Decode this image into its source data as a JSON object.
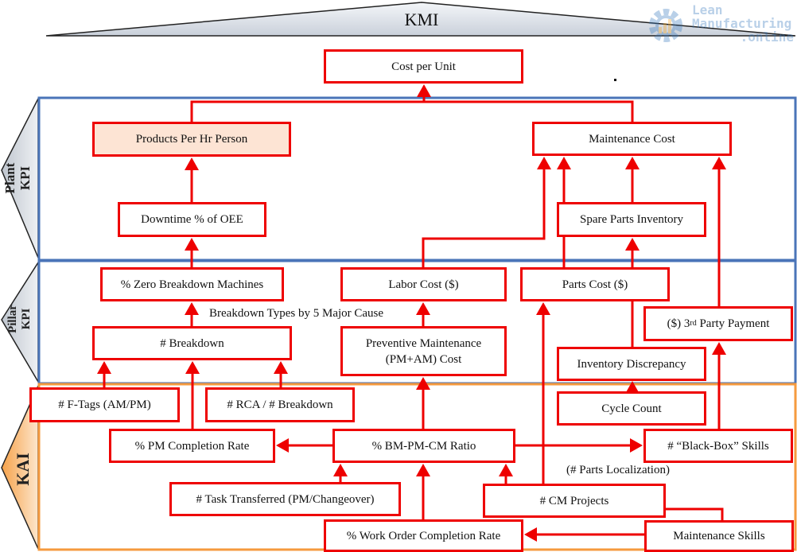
{
  "header": {
    "title": "KMI"
  },
  "logo": {
    "line1": "Lean",
    "line2": "Manufacturing",
    "line3": ".online"
  },
  "sections": {
    "plant_kpi": {
      "line1": "Plant",
      "line2": "KPI"
    },
    "pillar_kpi": {
      "line1": "Pillar",
      "line2": "KPI"
    },
    "kai": {
      "label": "KAI"
    }
  },
  "boxes": {
    "cost_per_unit": "Cost per Unit",
    "products_per_hr": "Products Per Hr Person",
    "maintenance_cost": "Maintenance Cost",
    "downtime_oee": "Downtime % of OEE",
    "spare_parts_inventory": "Spare Parts Inventory",
    "zero_breakdown": "% Zero Breakdown Machines",
    "labor_cost": "Labor Cost ($)",
    "parts_cost": "Parts Cost ($)",
    "third_party_prefix": "($) 3",
    "third_party_sup": "rd",
    "third_party_suffix": " Party Payment",
    "breakdown": "# Breakdown",
    "pm_cost_line1": "Preventive Maintenance",
    "pm_cost_line2": "(PM+AM) Cost",
    "inventory_discrepancy": "Inventory Discrepancy",
    "ftags": "# F-Tags (AM/PM)",
    "rca": "# RCA / # Breakdown",
    "cycle_count": "Cycle Count",
    "pm_completion": "% PM Completion Rate",
    "bm_pm_cm": "% BM-PM-CM Ratio",
    "black_box": "# “Black-Box” Skills",
    "task_transferred": "# Task Transferred (PM/Changeover)",
    "cm_projects": "# CM Projects",
    "work_order": "% Work Order Completion Rate",
    "maintenance_skills": "Maintenance Skills"
  },
  "annotations": {
    "breakdown_types": "Breakdown Types by 5 Major Cause",
    "parts_localization": "(# Parts Localization)"
  },
  "colors": {
    "box_border": "#ee0000",
    "arrow": "#ee0000",
    "plant_frame": "#4a74b8",
    "kai_frame": "#f59a3e",
    "highlight_fill": "#fde4d4",
    "roof_fill": "#dfe3ea"
  }
}
